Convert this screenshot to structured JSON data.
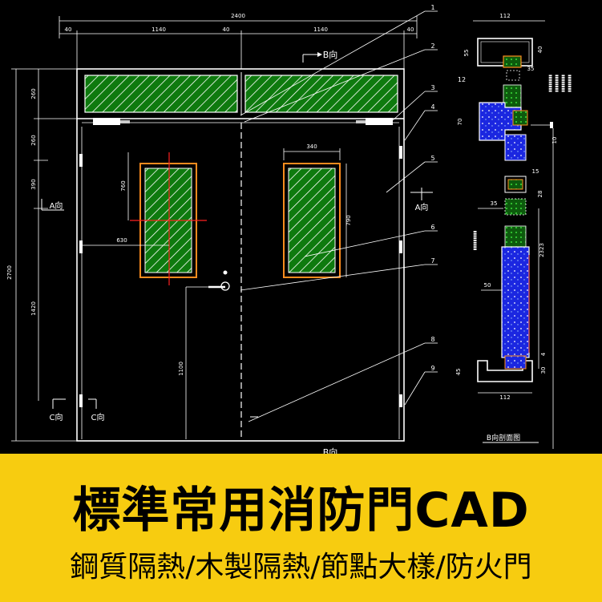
{
  "drawing": {
    "dims": {
      "overall_width": "2400",
      "seg_1": "40",
      "seg_2": "1140",
      "seg_3": "40",
      "seg_4": "1140",
      "seg_5": "40",
      "height_total": "2700",
      "h_260a": "260",
      "h_260b": "260",
      "h_390": "390",
      "h_1420": "1420",
      "win_340": "340",
      "win_760": "760",
      "win_790": "790",
      "w_630": "630",
      "handle_1100": "1100"
    },
    "section_dims": {
      "top_112": "112",
      "h_55": "55",
      "h_40": "40",
      "d_35a": "35",
      "d_70": "70",
      "d_15": "15",
      "d_28": "28",
      "d_35b": "35",
      "d_2323": "2323",
      "d_50": "50",
      "d_45": "45",
      "d_30": "30",
      "d_4": "4",
      "bottom_112": "112",
      "v_10": "10"
    },
    "callouts": [
      "1",
      "2",
      "3",
      "4",
      "5",
      "6",
      "7",
      "8",
      "9",
      "12"
    ],
    "view_labels": {
      "b_top": "B向",
      "b_bottom": "B向",
      "a_left": "A向",
      "a_right": "A向",
      "c_left": "C向",
      "c_right": "C向"
    },
    "section_caption": "B向剖面图"
  },
  "banner": {
    "title": "標準常用消防門CAD",
    "subtitle": "鋼質隔熱/木製隔熱/節點大樣/防火門"
  },
  "colors": {
    "background": "#000000",
    "line": "#ffffff",
    "glass_hatch": "#1eb41e",
    "frame_orange": "#ff8c1e",
    "section_blue": "#1b27e0",
    "guide_red": "#ff2020",
    "banner_bg": "#f7cc10",
    "banner_text": "#000000"
  }
}
